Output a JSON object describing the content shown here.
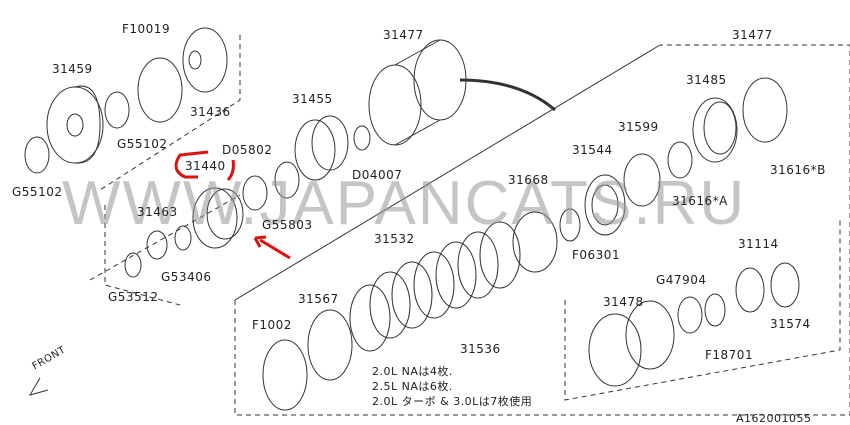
{
  "diagram_id": "A162001055",
  "watermark": "WWW.JAPANCATS.RU",
  "front_label": "FRONT",
  "highlight": {
    "part": "31440",
    "color": "#e01010"
  },
  "parts": {
    "f10019": "F10019",
    "p31459": "31459",
    "p31436": "31436",
    "g55102a": "G55102",
    "g55102b": "G55102",
    "d05802": "D05802",
    "p31440": "31440",
    "p31463": "31463",
    "g55803": "G55803",
    "g53406": "G53406",
    "g53512": "G53512",
    "p31477a": "31477",
    "p31455": "31455",
    "d04007": "D04007",
    "p31477b": "31477",
    "p31485": "31485",
    "p31599": "31599",
    "p31544": "31544",
    "p31616b": "31616*B",
    "p31616a": "31616*A",
    "p31668": "31668",
    "f06301": "F06301",
    "p31532": "31532",
    "p31114": "31114",
    "g47904": "G47904",
    "p31567": "31567",
    "p31478": "31478",
    "f1002": "F1002",
    "p31574": "31574",
    "f18701": "F18701",
    "p31536": "31536"
  },
  "notes": [
    "2.0L  NAは4枚.",
    "2.5L  NAは6枚.",
    "2.0L  ターボ & 3.0Lは7枚使用"
  ]
}
